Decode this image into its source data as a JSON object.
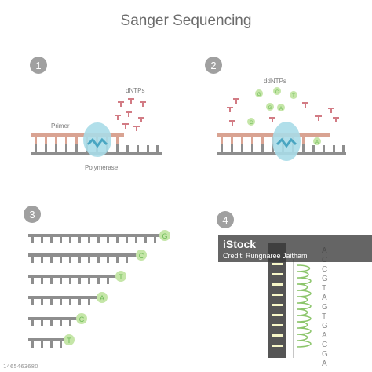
{
  "title": "Sanger Sequencing",
  "colors": {
    "strand": "#8e8e8e",
    "primer": "#d9a392",
    "polymerase": "#a9dbe8",
    "polymerase_edge": "#8ccbdc",
    "dntp": "#d27b84",
    "ddntp_fill": "#c5e6a8",
    "ddntp_text": "#6dbb57",
    "step_badge": "#a0a0a0",
    "trace": "#8bc56a",
    "gel": "#555555",
    "band": "#f6f6c8"
  },
  "steps": [
    {
      "number": "1",
      "labels": {
        "dntps": "dNTPs",
        "primer": "Primer",
        "polymerase": "Polymerase"
      }
    },
    {
      "number": "2",
      "labels": {
        "ddntps": "ddNTPs"
      },
      "ddntp_letters": [
        "G",
        "C",
        "T",
        "G",
        "A",
        "C"
      ],
      "incorporated_letter": "A"
    },
    {
      "number": "3",
      "fragments": [
        "G",
        "C",
        "T",
        "A",
        "C",
        "T"
      ]
    },
    {
      "number": "4",
      "sequence": [
        "A",
        "C",
        "C",
        "G",
        "T",
        "A",
        "G",
        "T",
        "G",
        "A",
        "C",
        "G",
        "A"
      ]
    }
  ],
  "watermark": {
    "logo_text": "iStock",
    "credit": "Credit: Rungnaree Jaitham"
  },
  "image_id": "1465463680"
}
